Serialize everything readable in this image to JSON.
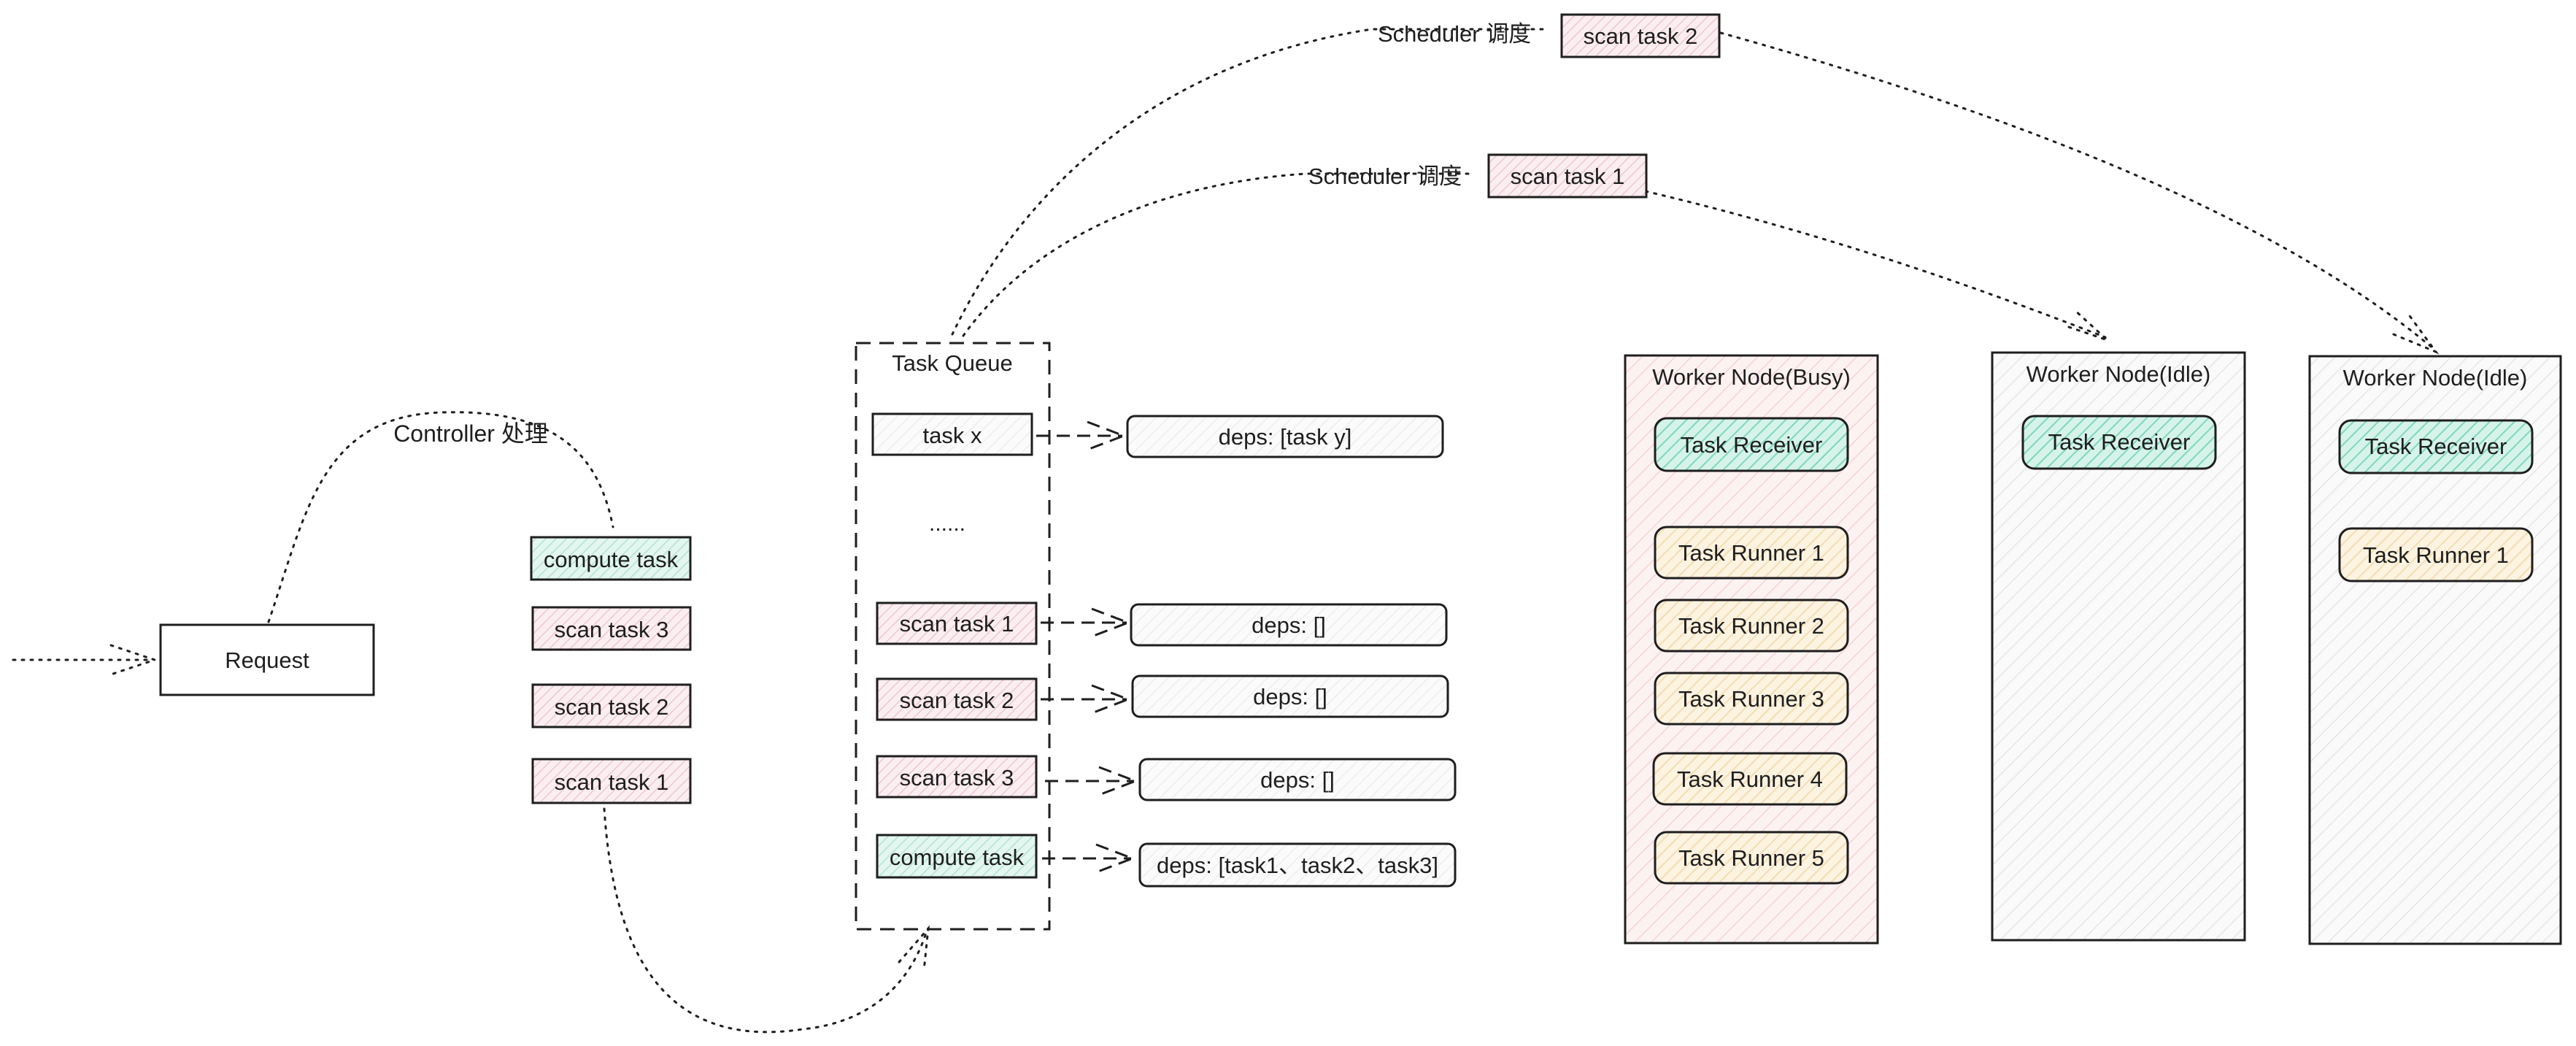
{
  "request": {
    "label": "Request"
  },
  "controller_label": "Controller 处理",
  "incoming_tasks": [
    {
      "label": "compute task",
      "kind": "compute"
    },
    {
      "label": "scan task 3",
      "kind": "scan"
    },
    {
      "label": "scan task 2",
      "kind": "scan"
    },
    {
      "label": "scan task 1",
      "kind": "scan"
    }
  ],
  "task_queue": {
    "title": "Task Queue",
    "ellipsis": "......",
    "items": [
      {
        "task": "task x",
        "deps": "deps: [task y]",
        "kind": "plain"
      },
      {
        "task": "scan task 1",
        "deps": "deps: []",
        "kind": "scan"
      },
      {
        "task": "scan task 2",
        "deps": "deps: []",
        "kind": "scan"
      },
      {
        "task": "scan task 3",
        "deps": "deps: []",
        "kind": "scan"
      },
      {
        "task": "compute task",
        "deps": "deps: [task1、task2、task3]",
        "kind": "compute"
      }
    ]
  },
  "scheduled": [
    {
      "label": "Scheduler 调度",
      "task": "scan task 2"
    },
    {
      "label": "Scheduler 调度",
      "task": "scan task 1"
    }
  ],
  "workers": [
    {
      "title": "Worker Node(Busy)",
      "receiver": "Task Receiver",
      "runners": [
        "Task Runner 1",
        "Task Runner 2",
        "Task Runner 3",
        "Task Runner 4",
        "Task Runner 5"
      ]
    },
    {
      "title": "Worker Node(Idle)",
      "receiver": "Task Receiver",
      "runners": []
    },
    {
      "title": "Worker Node(Idle)",
      "receiver": "Task Receiver",
      "runners": [
        "Task Runner 1"
      ]
    }
  ],
  "colors": {
    "stroke": "#1e1e1e",
    "scan_fill": "#f6dbe2",
    "compute_fill": "#c9eee1",
    "receiver_fill": "#a6e6d2",
    "runner_fill": "#fbe6c2",
    "busy_fill": "#f9dada",
    "idle_fill": "#eeeeee",
    "deps_fill": "#f2f2f2"
  }
}
